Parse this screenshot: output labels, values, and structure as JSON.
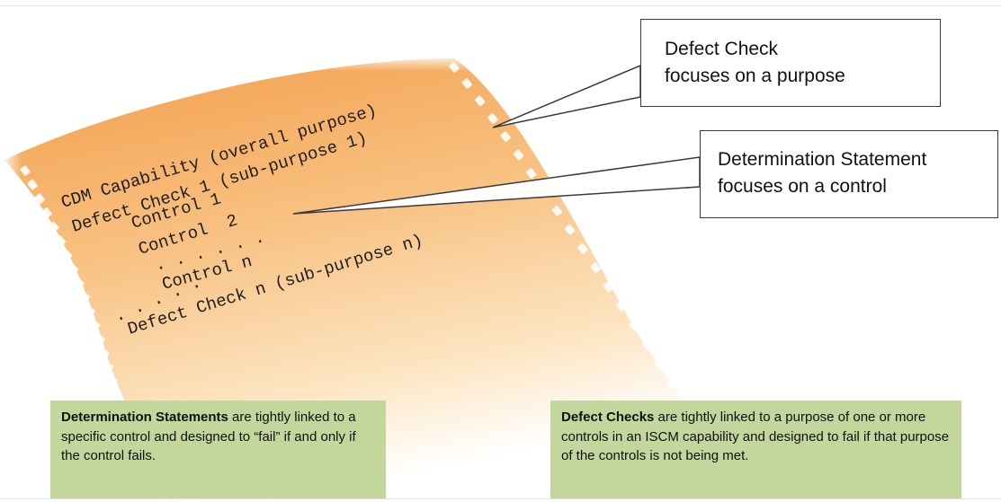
{
  "filmstrip": {
    "lines": [
      "CDM Capability (overall purpose)",
      "Defect Check 1 (sub-purpose 1)",
      "Control 1",
      "Control  2",
      ". . . . . .",
      "Control n",
      ". . . . .",
      "Defect Check n (sub-purpose n)"
    ]
  },
  "callouts": {
    "defect_check": {
      "line1": "Defect Check",
      "line2": "focuses on a purpose"
    },
    "determination": {
      "line1": "Determination Statement",
      "line2": "focuses on a control"
    }
  },
  "notes": {
    "left": {
      "bold": "Determination Statements",
      "rest": " are tightly linked to a specific control and designed to “fail” if and only if the control fails."
    },
    "right": {
      "bold": "Defect Checks",
      "rest": " are tightly linked to a purpose of one or more controls in an ISCM capability and designed to fail if that purpose of the controls is not being met."
    }
  },
  "colors": {
    "film_orange": "#f6b46a",
    "film_fade": "#fff4e0",
    "note_green": "#c3d69b"
  }
}
